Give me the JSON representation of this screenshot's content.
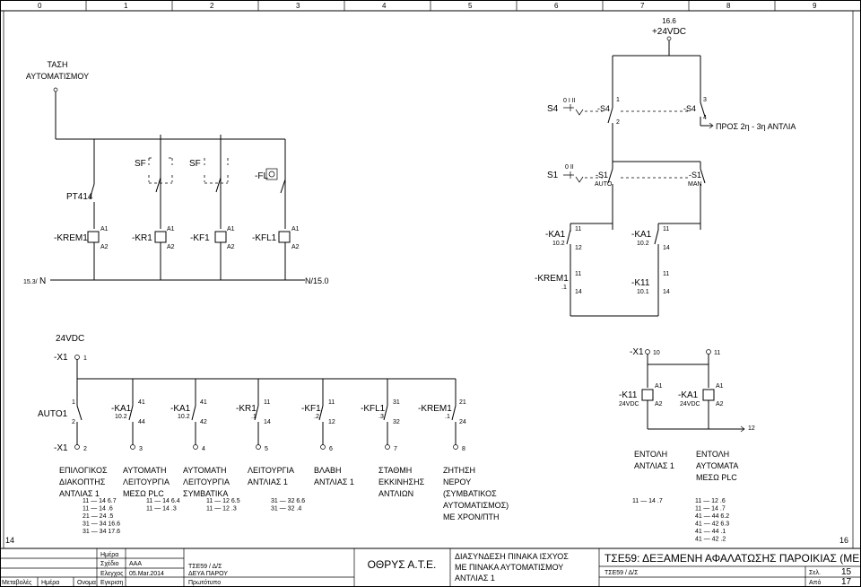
{
  "columns": [
    "0",
    "1",
    "2",
    "3",
    "4",
    "5",
    "6",
    "7",
    "8",
    "9"
  ],
  "supply": {
    "ref": "16.6",
    "label": "+24VDC"
  },
  "voltage_note": {
    "line1": "ΤΑΣΗ",
    "line2": "ΑΥΤΟΜΑΤΙΣΜΟΥ"
  },
  "pt": "PT414",
  "sf1": "SF",
  "sf2": "SF",
  "fl": "-FL",
  "coils_left": [
    {
      "tag": "-KREM1",
      "a1": "A1",
      "a2": "A2"
    },
    {
      "tag": "-KR1",
      "a1": "A1",
      "a2": "A2"
    },
    {
      "tag": "-KF1",
      "a1": "A1",
      "a2": "A2"
    },
    {
      "tag": "-KFL1",
      "a1": "A1",
      "a2": "A2"
    }
  ],
  "n_start": "15.3/",
  "n_left": "N",
  "n_end": "N/15.0",
  "s4": {
    "tag": "S4",
    "sym": "0 I II",
    "s1": "-S4",
    "s2": "-S4",
    "n1": "1",
    "n2": "2",
    "n3": "3",
    "n4": "4",
    "label": "ΠΡΟΣ 2η - 3η ΑΝΤΛΙΑ"
  },
  "s1": {
    "tag": "S1",
    "sym": "0 II",
    "auto_tag": "-S1",
    "auto": "AUTO",
    "man_tag": "-S1",
    "man": "MAN"
  },
  "ka_contacts": [
    {
      "tag": "-KA1",
      "ref": "10.2",
      "n1": "11",
      "n2": "12"
    },
    {
      "tag": "-KA1",
      "ref": "10.2",
      "n1": "11",
      "n2": "14"
    },
    {
      "tag": "-KREM1",
      "ref": ".1",
      "n1": "11",
      "n2": "14"
    },
    {
      "tag": "-K11",
      "ref": "10.1",
      "n1": "11",
      "n2": "14"
    }
  ],
  "term24": "24VDC",
  "x1_top": {
    "tag": "-X1",
    "n": "1"
  },
  "x1_right": {
    "tag": "-X1",
    "n1": "10",
    "n2": "11"
  },
  "auto1": {
    "tag": "AUTO1",
    "n1": "1",
    "n2": "2"
  },
  "contacts": [
    {
      "tag": "-KA1",
      "ref": "10.2",
      "n1": "41",
      "n2": "44"
    },
    {
      "tag": "-KA1",
      "ref": "10.2",
      "n1": "41",
      "n2": "42"
    },
    {
      "tag": "-KR1",
      "ref": ".1",
      "n1": "11",
      "n2": "14"
    },
    {
      "tag": "-KF1",
      "ref": ".2",
      "n1": "11",
      "n2": "12"
    },
    {
      "tag": "-KFL1",
      "ref": ".3",
      "n1": "31",
      "n2": "32"
    },
    {
      "tag": "-KREM1",
      "ref": ".1",
      "n1": "21",
      "n2": "24"
    }
  ],
  "coils_right": [
    {
      "tag": "-K11",
      "sub": "24VDC",
      "a1": "A1",
      "a2": "A2"
    },
    {
      "tag": "-KA1",
      "sub": "24VDC",
      "a1": "A1",
      "a2": "A2"
    }
  ],
  "right_ref": "12",
  "x1_bottom": {
    "tag": "-X1",
    "terms": [
      "2",
      "3",
      "4",
      "5",
      "6",
      "7",
      "8"
    ]
  },
  "descriptions": [
    {
      "l1": "ΕΠΙΛΟΓΙΚΟΣ",
      "l2": "ΔΙΑΚΟΠΤΗΣ",
      "l3": "ΑΝΤΛΙΑΣ 1"
    },
    {
      "l1": "ΑΥΤΟΜΑΤΗ",
      "l2": "ΛΕΙΤΟΥΡΓΙΑ",
      "l3": "ΜΕΣΩ PLC"
    },
    {
      "l1": "ΑΥΤΟΜΑΤΗ",
      "l2": "ΛΕΙΤΟΥΡΓΙΑ",
      "l3": "ΣΥΜΒΑΤΙΚΑ"
    },
    {
      "l1": "ΛΕΙΤΟΥΡΓΙΑ",
      "l2": "ΑΝΤΛΙΑΣ 1",
      "l3": ""
    },
    {
      "l1": "ΒΛΑΒΗ",
      "l2": "ΑΝΤΛΙΑΣ 1",
      "l3": ""
    },
    {
      "l1": "ΣΤΑΘΜΗ",
      "l2": "ΕΚΚΙΝΗΣΗΣ",
      "l3": "ΑΝΤΛΙΩΝ"
    },
    {
      "l1": "ΖΗΤΗΣΗ",
      "l2": "ΝΕΡΟΥ",
      "l3": "(ΣΥΜΒΑΤΙΚΟΣ",
      "l4": "ΑΥΤΟΜΑΤΙΣΜΟΣ)",
      "l5": "ΜΕ ΧΡΟΝ/ΠΤΗ"
    }
  ],
  "desc_right": [
    {
      "l1": "ΕΝΤΟΛΗ",
      "l2": "ΑΝΤΛΙΑΣ 1"
    },
    {
      "l1": "ΕΝΤΟΛΗ",
      "l2": "ΑΥΤΟΜΑΤΑ",
      "l3": "ΜΕΣΩ PLC"
    }
  ],
  "xrefs": [
    {
      "a": "11",
      "b": "14",
      "c": "6.7"
    },
    {
      "a": "11",
      "b": "14",
      "c": ".6"
    },
    {
      "a": "21",
      "b": "24",
      "c": ".5"
    },
    {
      "a": "31",
      "b": "34",
      "c": "16.6"
    },
    {
      "a": "31",
      "b": "34",
      "c": "17.6"
    },
    {
      "a": "11",
      "b": "14",
      "c": "6.4"
    },
    {
      "a": "11",
      "b": "14",
      "c": ".3"
    },
    {
      "a": "11",
      "b": "12",
      "c": "6.5"
    },
    {
      "a": "11",
      "b": "12",
      "c": ".3"
    },
    {
      "a": "31",
      "b": "32",
      "c": "6.6"
    },
    {
      "a": "31",
      "b": "32",
      "c": ".4"
    },
    {
      "a": "11",
      "b": "14",
      "c": ".7"
    },
    {
      "a": "11",
      "b": "12",
      "c": ".6"
    },
    {
      "a": "11",
      "b": "14",
      "c": ".7"
    },
    {
      "a": "41",
      "b": "44",
      "c": "6.2"
    },
    {
      "a": "41",
      "b": "42",
      "c": "6.3"
    },
    {
      "a": "41",
      "b": "44",
      "c": ".1"
    },
    {
      "a": "41",
      "b": "42",
      "c": ".2"
    }
  ],
  "page_left": "14",
  "page_right": "16",
  "title": {
    "date_h": "Ημέρα",
    "drawn": "Σχέδιο",
    "drawn_v": "AAA",
    "checked": "Ελεγχος",
    "checked_v": "05.Mar.2014",
    "approved": "Εγκριση",
    "rev": "Μεταβολές",
    "day": "Ημέρα",
    "name": "Ονομα",
    "code1": "ΤΣΕ59 / Δ/Σ",
    "code2": "ΔΕΥΑ ΠΑΡΟΥ",
    "orig": "Πρωτότυπο",
    "company": "ΟΘΡΥΣ Α.Τ.Ε.",
    "desc1": "ΔΙΑΣΥΝΔΕΣΗ ΠΙΝΑΚΑ ΙΣΧΥΟΣ",
    "desc2": "ΜΕ ΠΙΝΑΚΑ ΑΥΤΟΜΑΤΙΣΜΟΥ",
    "desc3": "ΑΝΤΛΙΑΣ 1",
    "project": "ΤΣΕ59: ΔΕΞΑΜΕΝΗ ΑΦΑΛΑΤΩΣΗΣ ΠΑΡΟΙΚΙΑΣ (ΜΕ",
    "code3": "ΤΣΕ59 / Δ/Σ",
    "sheet_l": "Σελ.",
    "sheet_v": "15",
    "of_l": "Από",
    "of_v": "17"
  }
}
